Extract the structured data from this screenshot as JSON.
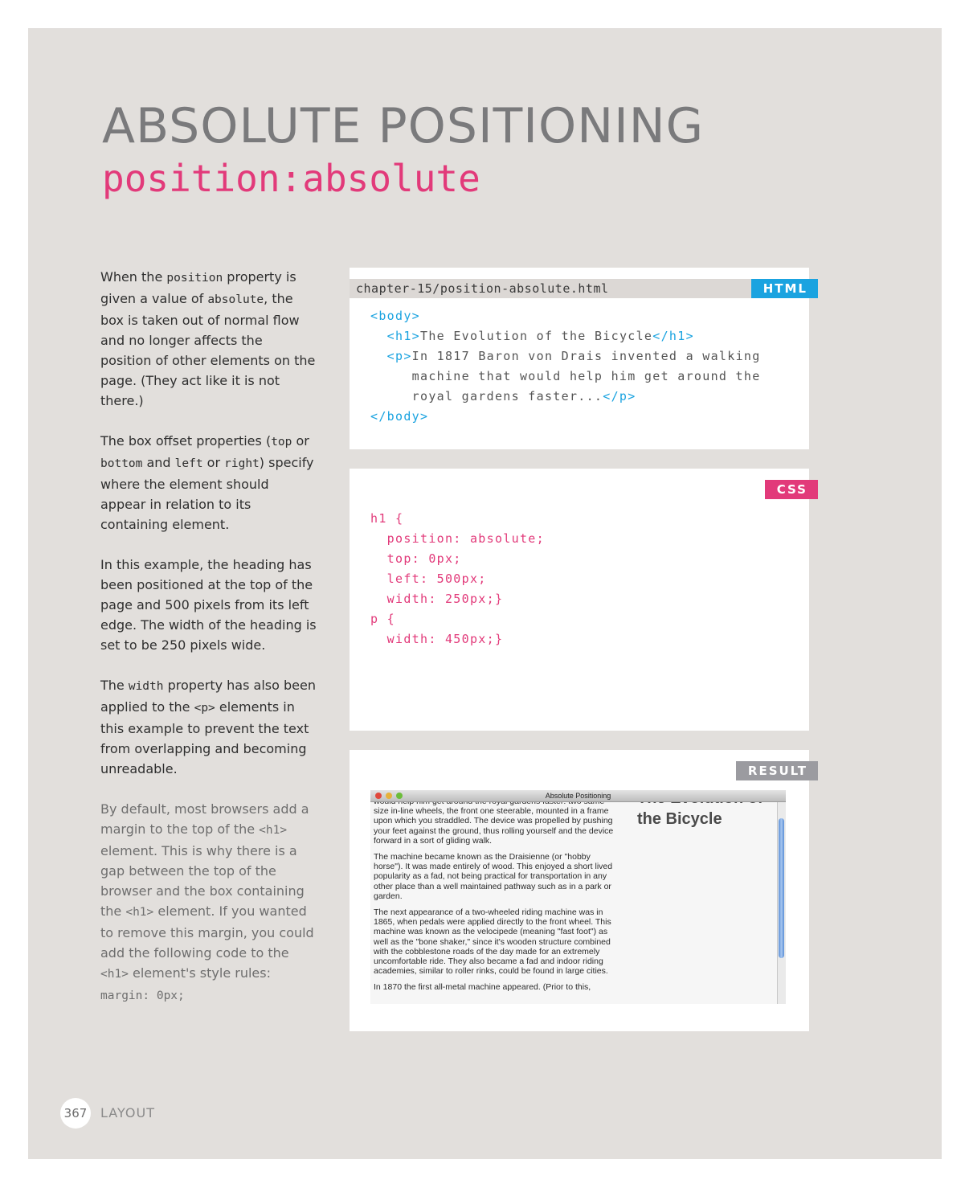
{
  "title": "ABSOLUTE POSITIONING",
  "subtitle": "position:absolute",
  "prose": {
    "p1": [
      "When the ",
      "position",
      " property is given a value of ",
      "absolute",
      ", the box is taken out of normal flow and no longer affects the position of other elements on the page. (They act like it is not there.)"
    ],
    "p2": [
      "The box offset properties (",
      "top",
      " or ",
      "bottom",
      " and ",
      "left",
      " or ",
      "right",
      ") specify where the element should appear in relation to its containing element."
    ],
    "p3": "In this example, the heading has been positioned at the top of the page and 500 pixels from its left edge. The width of the heading is set to be 250 pixels wide.",
    "p4": [
      "The ",
      "width",
      " property has also been applied to the ",
      "<p>",
      " elements in this example to prevent the text from overlapping and becoming unreadable."
    ],
    "note": [
      "By default, most browsers add a margin to the top of the ",
      "<h1>",
      " element. This is why there is a gap between the top of the browser and the box containing the ",
      "<h1>",
      " element. If you wanted to remove this margin, you could add the following code to the ",
      "<h1>",
      " element's style rules: ",
      "margin: 0px;"
    ]
  },
  "html_panel": {
    "filename": "chapter-15/position-absolute.html",
    "tag": "HTML",
    "lines": [
      {
        "indent": "",
        "parts": [
          {
            "t": "<body>",
            "k": "tag"
          }
        ]
      },
      {
        "indent": "  ",
        "parts": [
          {
            "t": "<h1>",
            "k": "tag"
          },
          {
            "t": "The Evolution of the Bicycle",
            "k": "text"
          },
          {
            "t": "</h1>",
            "k": "tag"
          }
        ]
      },
      {
        "indent": "  ",
        "parts": [
          {
            "t": "<p>",
            "k": "tag"
          },
          {
            "t": "In 1817 Baron von Drais invented a walking",
            "k": "text"
          }
        ]
      },
      {
        "indent": "     ",
        "parts": [
          {
            "t": "machine that would help him get around the",
            "k": "text"
          }
        ]
      },
      {
        "indent": "     ",
        "parts": [
          {
            "t": "royal gardens faster...",
            "k": "text"
          },
          {
            "t": "</p>",
            "k": "tag"
          }
        ]
      },
      {
        "indent": "",
        "parts": [
          {
            "t": "</body>",
            "k": "tag"
          }
        ]
      }
    ]
  },
  "css_panel": {
    "tag": "CSS",
    "lines": [
      "h1 {",
      "  position: absolute;",
      "  top: 0px;",
      "  left: 500px;",
      "  width: 250px;}",
      "p {",
      "  width: 450px;}"
    ]
  },
  "result_panel": {
    "tag": "RESULT",
    "window_title": "Absolute Positioning",
    "heading": "The Evolution of the Bicycle",
    "paragraphs": [
      "would help him get around the royal gardens faster: two same-size in-line wheels, the front one steerable, mounted in a frame upon which you straddled. The device was propelled by pushing your feet against the ground, thus rolling yourself and the device forward in a sort of gliding walk.",
      "The machine became known as the Draisienne (or \"hobby horse\"). It was made entirely of wood. This enjoyed a short lived popularity as a fad, not being practical for transportation in any other place than a well maintained pathway such as in a park or garden.",
      "The next appearance of a two-wheeled riding machine was in 1865, when pedals were applied directly to the front wheel. This machine was known as the velocipede (meaning \"fast foot\") as well as the \"bone shaker,\" since it's wooden structure combined with the cobblestone roads of the day made for an extremely uncomfortable ride. They also became a fad and indoor riding academies, similar to roller rinks, could be found in large cities.",
      "In 1870 the first all-metal machine appeared. (Prior to this,"
    ]
  },
  "footer": {
    "page_number": "367",
    "section": "LAYOUT"
  },
  "colors": {
    "page_bg": "#e2dfdc",
    "title": "#7a7a7c",
    "accent_pink": "#e23a7a",
    "accent_blue": "#1aa3e0",
    "result_tag": "#9b9ba0"
  }
}
